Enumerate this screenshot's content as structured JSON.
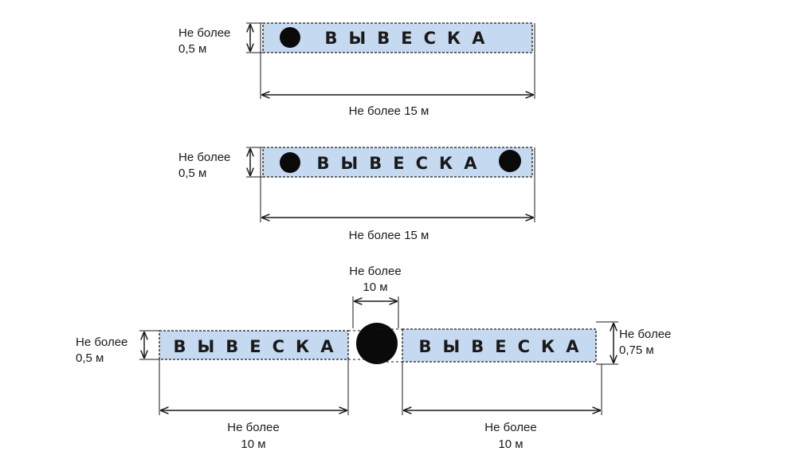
{
  "diagram": {
    "sign_text": "ВЫВЕСКА",
    "colors": {
      "sign_fill": "#c5d9f0",
      "ink": "#1a1a1a"
    },
    "section1": {
      "height_label": [
        "Не более",
        "0,5 м"
      ],
      "width_label": "Не более 15 м"
    },
    "section2": {
      "height_label": [
        "Не более",
        "0,5 м"
      ],
      "width_label": "Не более 15 м"
    },
    "section3": {
      "gap_label": [
        "Не более",
        "10 м"
      ],
      "left_height_label": [
        "Не более",
        "0,5 м"
      ],
      "right_height_label": [
        "Не более",
        "0,75 м"
      ],
      "left_width_label": [
        "Не более",
        "10 м"
      ],
      "right_width_label": [
        "Не более",
        "10 м"
      ]
    }
  }
}
